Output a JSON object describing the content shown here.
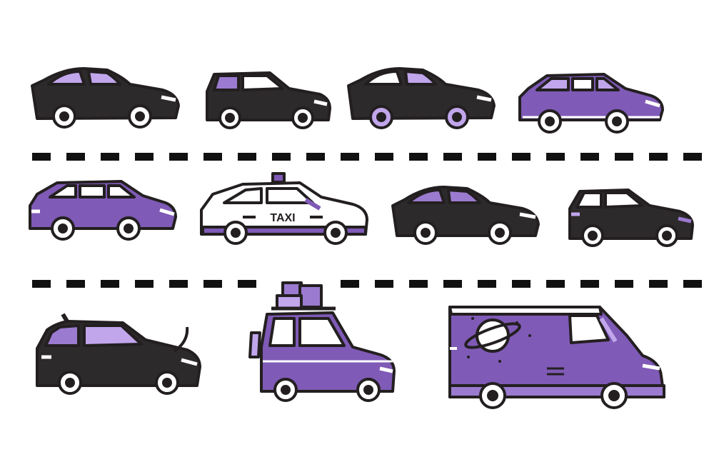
{
  "palette": {
    "background": "#ffffff",
    "outline": "#231f20",
    "body_dark": "#2d2a2b",
    "purple": "#7f5ab6",
    "lavender": "#c1a6ec",
    "white": "#ffffff"
  },
  "taxi": {
    "sign_text": "TAXI"
  },
  "rows": [
    {
      "vehicles": [
        "black-sports-car",
        "black-hatchback",
        "black-sports-car-lavender-wheels",
        "purple-sedan"
      ]
    },
    {
      "vehicles": [
        "purple-sedan-white-roof",
        "taxi",
        "black-sports-car",
        "black-hatchback"
      ]
    },
    {
      "vehicles": [
        "black-hatchback-open-hood",
        "purple-car-roof-luggage",
        "purple-space-van"
      ]
    }
  ]
}
